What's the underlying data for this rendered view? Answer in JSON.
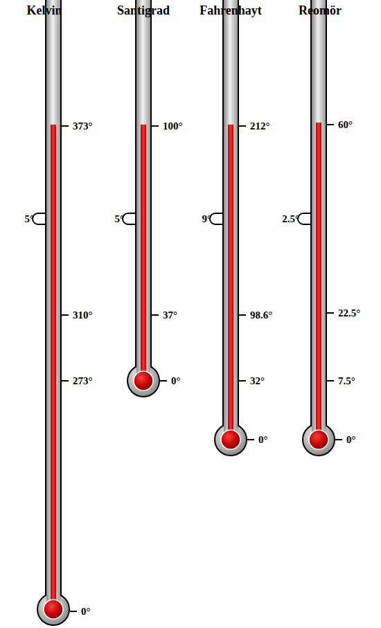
{
  "diagram": {
    "labels": [
      "Kelvin",
      "Santigrad",
      "Fahrenhayt",
      "Reomör",
      "373°",
      "5°",
      "310°",
      "273°",
      "0°",
      "100°",
      "5°",
      "37°",
      "0°",
      "212°",
      "9°",
      "98.6°",
      "32°",
      "0°",
      "60°",
      "2.5°",
      "22.5°",
      "7.5°",
      "0°"
    ]
  }
}
